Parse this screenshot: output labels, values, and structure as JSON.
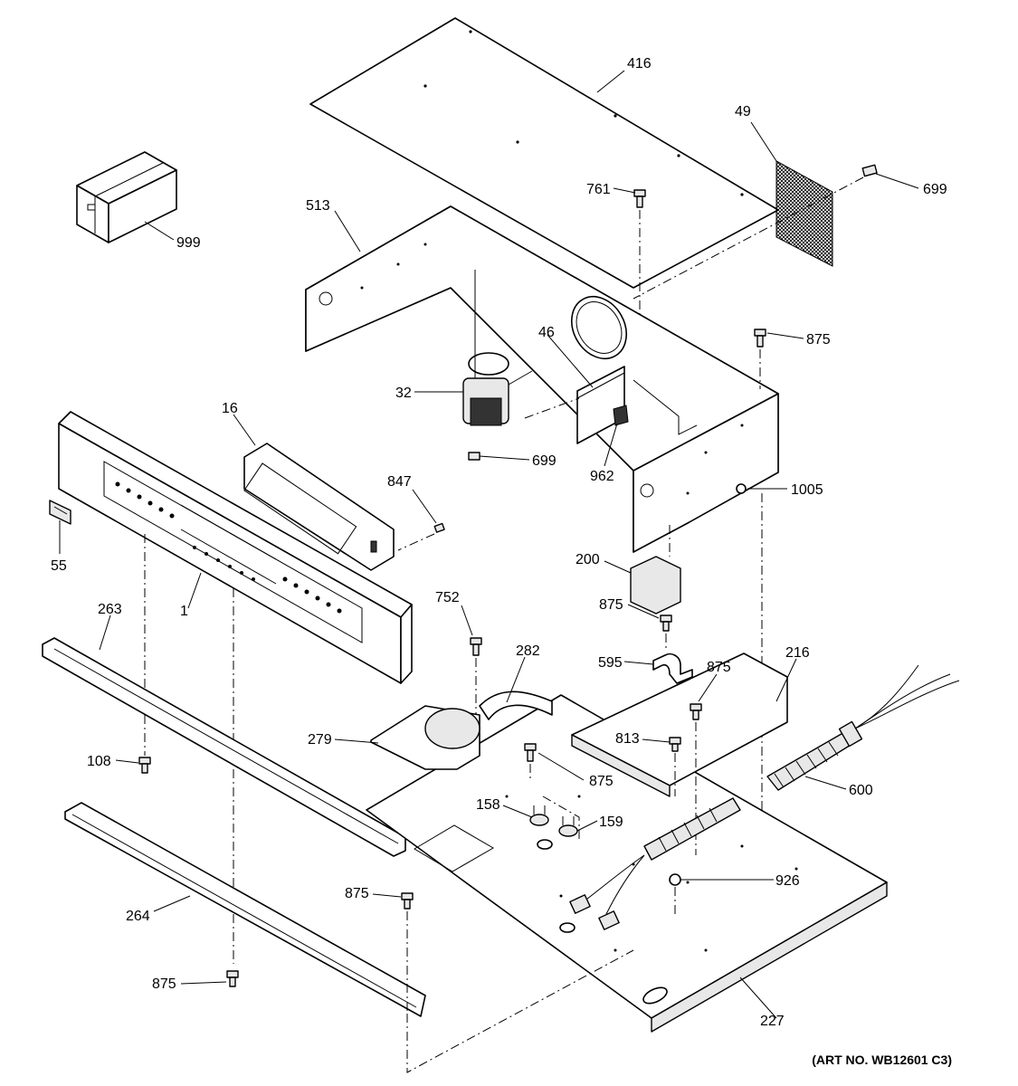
{
  "diagram": {
    "art_number": "(ART NO. WB12601 C3)",
    "callouts": [
      {
        "id": "416",
        "label": "416"
      },
      {
        "id": "49",
        "label": "49"
      },
      {
        "id": "699a",
        "label": "699"
      },
      {
        "id": "761",
        "label": "761"
      },
      {
        "id": "999",
        "label": "999"
      },
      {
        "id": "513",
        "label": "513"
      },
      {
        "id": "46",
        "label": "46"
      },
      {
        "id": "875a",
        "label": "875"
      },
      {
        "id": "32",
        "label": "32"
      },
      {
        "id": "16",
        "label": "16"
      },
      {
        "id": "699b",
        "label": "699"
      },
      {
        "id": "962",
        "label": "962"
      },
      {
        "id": "1005",
        "label": "1005"
      },
      {
        "id": "847",
        "label": "847"
      },
      {
        "id": "55",
        "label": "55"
      },
      {
        "id": "200",
        "label": "200"
      },
      {
        "id": "875b",
        "label": "875"
      },
      {
        "id": "1",
        "label": "1"
      },
      {
        "id": "263",
        "label": "263"
      },
      {
        "id": "752",
        "label": "752"
      },
      {
        "id": "282",
        "label": "282"
      },
      {
        "id": "595",
        "label": "595"
      },
      {
        "id": "875c",
        "label": "875"
      },
      {
        "id": "216",
        "label": "216"
      },
      {
        "id": "279",
        "label": "279"
      },
      {
        "id": "813",
        "label": "813"
      },
      {
        "id": "108",
        "label": "108"
      },
      {
        "id": "875d",
        "label": "875"
      },
      {
        "id": "600",
        "label": "600"
      },
      {
        "id": "158",
        "label": "158"
      },
      {
        "id": "159",
        "label": "159"
      },
      {
        "id": "926",
        "label": "926"
      },
      {
        "id": "875e",
        "label": "875"
      },
      {
        "id": "264",
        "label": "264"
      },
      {
        "id": "875f",
        "label": "875"
      },
      {
        "id": "227",
        "label": "227"
      }
    ]
  }
}
